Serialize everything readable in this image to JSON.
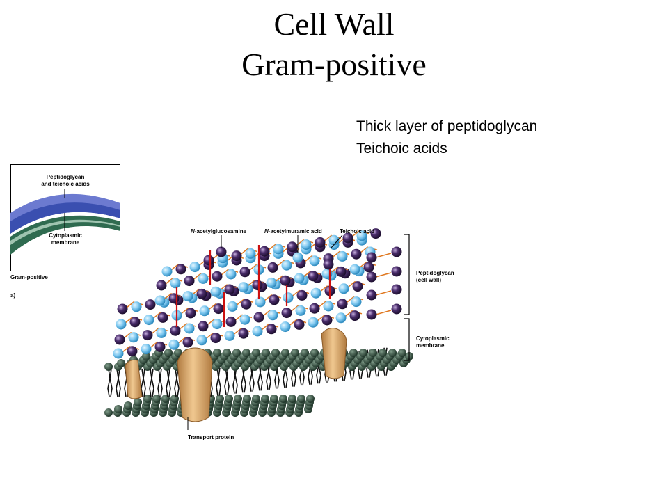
{
  "title": {
    "line1": "Cell Wall",
    "line2": "Gram-positive"
  },
  "bullets": [
    "Thick layer of peptidoglycan",
    "Teichoic acids"
  ],
  "inset": {
    "top_label_line1": "Peptidoglycan",
    "top_label_line2": "and teichoic acids",
    "bottom_label_line1": "Cytoplasmic",
    "bottom_label_line2": "membrane",
    "caption": "Gram-positive",
    "panel_letter": "a)"
  },
  "diagram": {
    "label_glcnac_prefix": "N",
    "label_glcnac_rest": "-acetylglucosamine",
    "label_murnac_prefix": "N",
    "label_murnac_rest": "-acetylmuramic acid",
    "label_teichoic": "Teichoic acid",
    "label_peptidoglycan_line1": "Peptidoglycan",
    "label_peptidoglycan_line2": "(cell wall)",
    "label_membrane_line1": "Cytoplasmic",
    "label_membrane_line2": "membrane",
    "label_transport": "Transport protein"
  },
  "colors": {
    "glcnac": "#7ec8f0",
    "murnac": "#4a2d6b",
    "peptide": "#e07820",
    "teichoic": "#cc1010",
    "lipid_head": "#2f4a3c",
    "protein": "#d9a060",
    "inset_wall": "#3a4fb0",
    "inset_membrane": "#2f6b50"
  }
}
